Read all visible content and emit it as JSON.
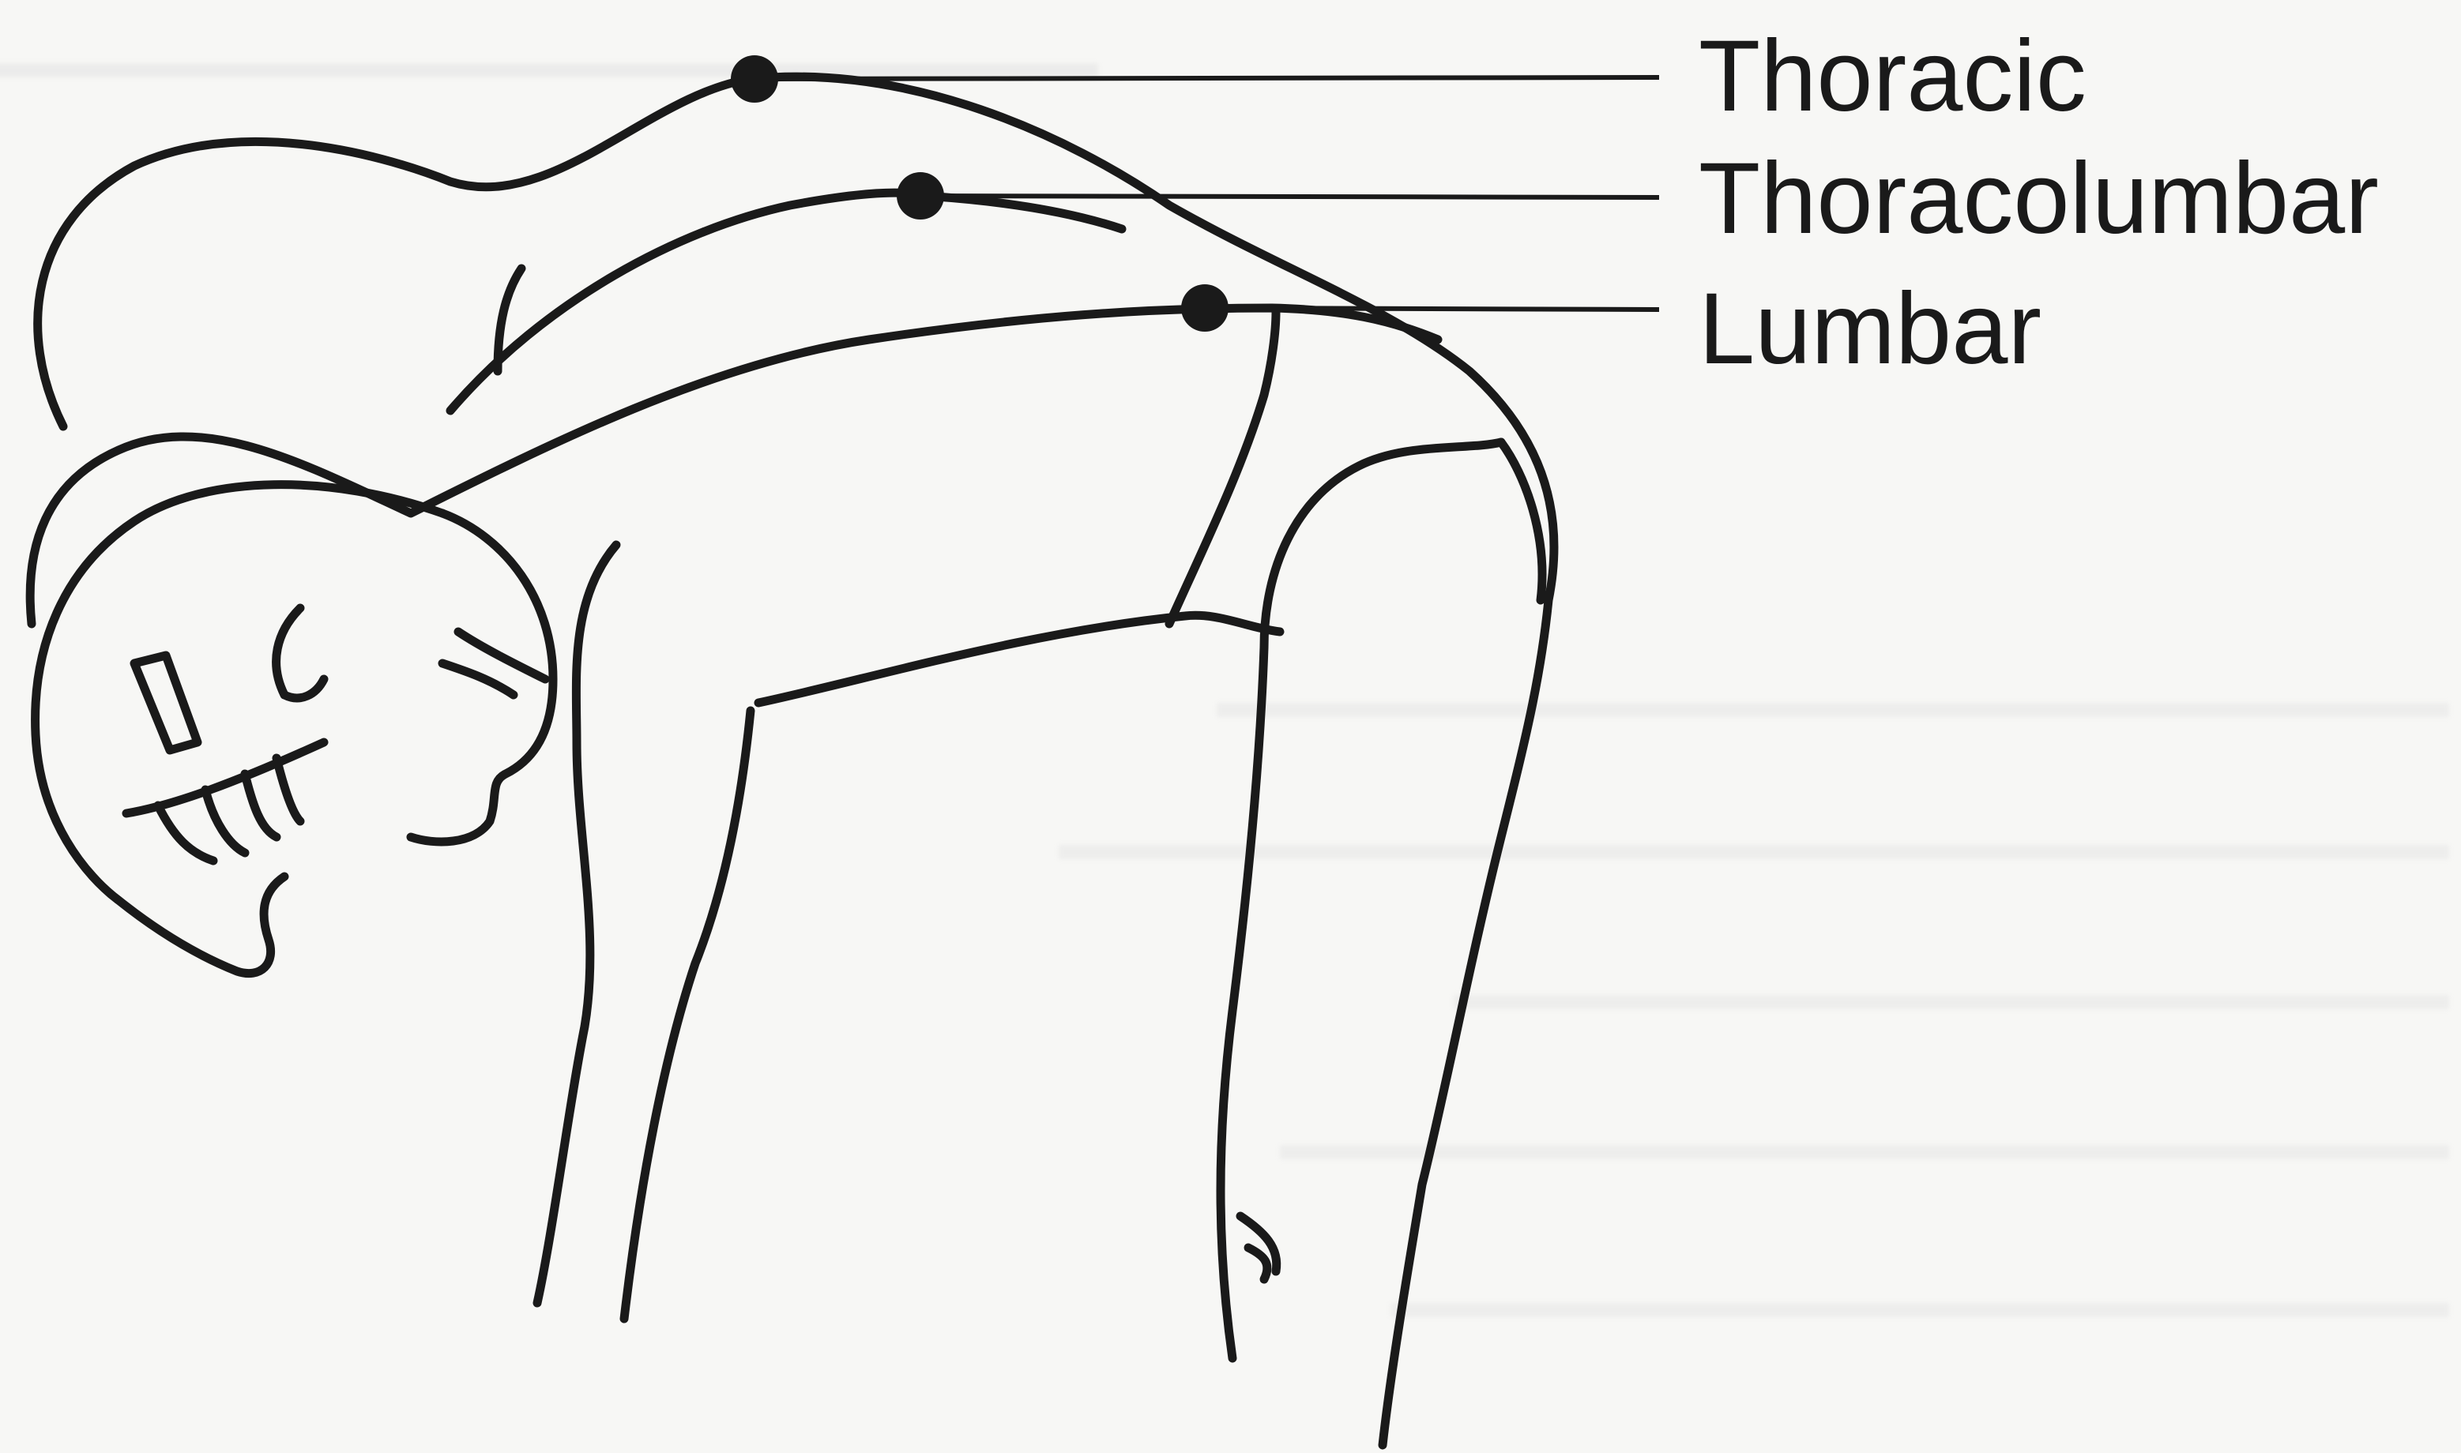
{
  "labels": {
    "thoracic": "Thoracic",
    "thoracolumbar": "Thoracolumbar",
    "lumbar": "Lumbar"
  },
  "colors": {
    "ink": "#1a1a1a",
    "paper": "#f7f7f5"
  }
}
